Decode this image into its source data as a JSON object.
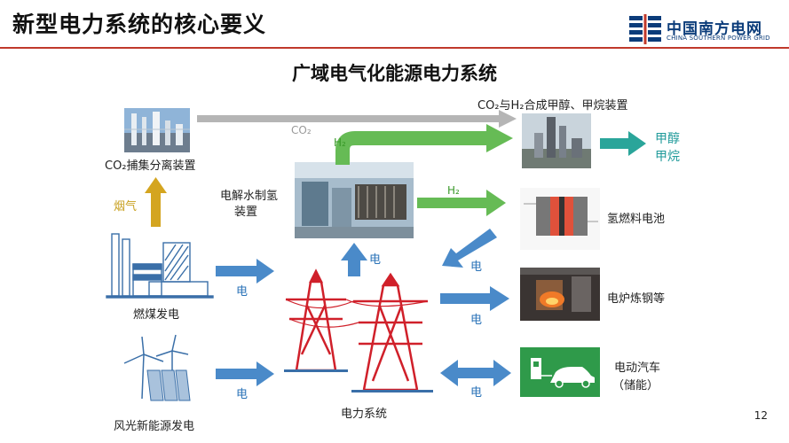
{
  "header": {
    "title": "新型电力系统的核心要义",
    "logo_cn": "中国南方电网",
    "logo_en": "CHINA SOUTHERN POWER GRID",
    "accent_color": "#c0392b",
    "brand_color": "#0b3c7a"
  },
  "subtitle": "广域电气化能源电力系统",
  "nodes": {
    "co2_capture": "CO₂捕集分离装置",
    "smoke": "烟气",
    "electrolysis_line1": "电解水制氢",
    "electrolysis_line2": "装置",
    "coal_power": "燃煤发电",
    "wind_solar": "风光新能源发电",
    "grid": "电力系统",
    "synthesis": "CO₂与H₂合成甲醇、甲烷装置",
    "methanol": "甲醇",
    "methane": "甲烷",
    "fuel_cell": "氢燃料电池",
    "furnace": "电炉炼钢等",
    "ev_line1": "电动汽车",
    "ev_line2": "（储能）"
  },
  "flows": {
    "co2": "CO₂",
    "h2_upper": "H₂",
    "h2_mid": "H₂",
    "elec_to_electrolysis": "电",
    "elec_from_fuel_cell": "电",
    "elec_from_coal": "电",
    "elec_to_furnace": "电",
    "elec_from_wind": "电",
    "elec_ev": "电"
  },
  "colors": {
    "blue_arrow": "#4a8ac9",
    "green_arrow": "#66bb55",
    "gray_arrow": "#b5b5b5",
    "teal_arrow": "#2aa59a",
    "gold_arrow": "#d4a520",
    "tower": "#d0202a"
  },
  "icons": {
    "coal_plant": "factory-icon",
    "wind": "wind-turbine-icon",
    "tower": "transmission-tower-icon",
    "ev": "electric-car-icon"
  },
  "page_number": "12"
}
